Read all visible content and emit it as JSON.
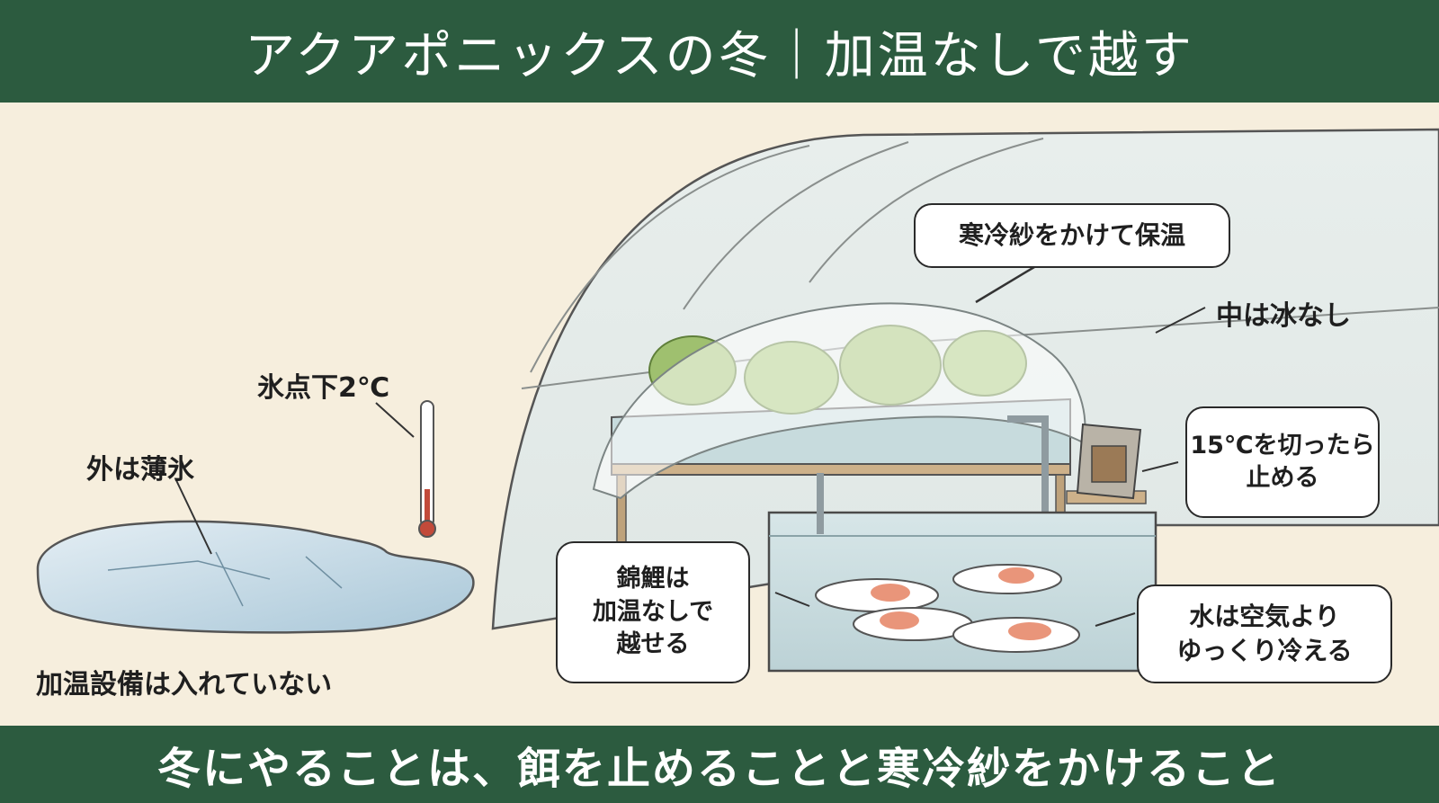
{
  "header": {
    "title": "アクアポニックスの冬｜加温なしで越す"
  },
  "footer": {
    "caption": "冬にやることは、餌を止めることと寒冷紗をかけること"
  },
  "labels": {
    "outside_ice": "外は薄氷",
    "freezing_temp": "氷点下2℃",
    "no_heater": "加温設備は入れていない",
    "no_ice_inside": "中は冰なし"
  },
  "bubbles": {
    "shade_cloth": "寒冷紗をかけて保温",
    "stop_feeding_line1": "15℃を切ったら",
    "stop_feeding_line2": "止める",
    "koi_line1": "錦鯉は",
    "koi_line2": "加温なしで",
    "koi_line3": "越せる",
    "water_line1": "水は空気より",
    "water_line2": "ゆっくり冷える"
  },
  "colors": {
    "banner": "#2c5b3f",
    "background": "#f6eedd",
    "water": "#cfe0e4",
    "lettuce": "#9fc06f",
    "koi": "#e9957a"
  },
  "icons": [
    "thermometer-icon",
    "feed-bag-icon",
    "koi-fish-icon",
    "lettuce-icon",
    "greenhouse-icon",
    "ice-pond-icon"
  ]
}
